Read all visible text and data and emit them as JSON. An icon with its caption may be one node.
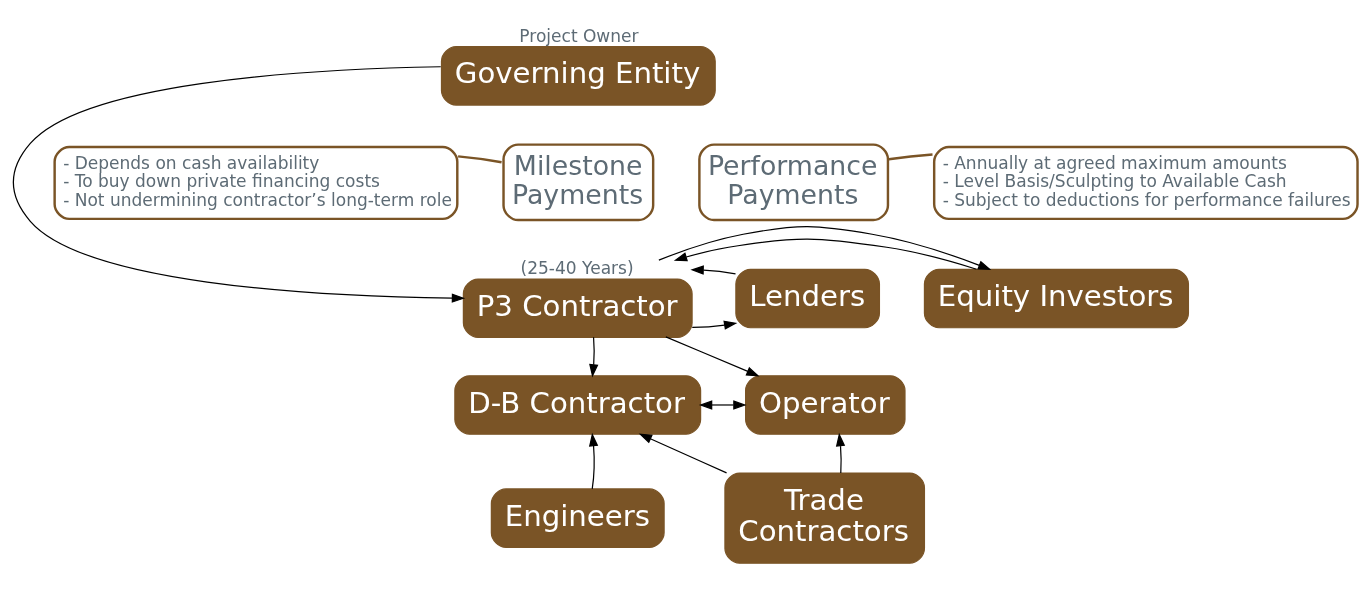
{
  "diagram": {
    "nodes": [
      {
        "text": [
          "Governing Entity"
        ],
        "beside": [
          "Project Owner"
        ]
      },
      {
        "text": [
          "- Depends on cash availability",
          "- To buy down private financing costs",
          "- Not undermining contractor’s long-term role"
        ]
      },
      {
        "text": [
          "Milestone Payments"
        ]
      },
      {
        "text": [
          "Performance Payments"
        ]
      },
      {
        "text": [
          "- Annually at agreed maximum amounts",
          "- Level Basis/Sculpting to Available Cash",
          "- Subject to deductions for performance failures"
        ]
      },
      {
        "text": [
          "P3 Contractor"
        ],
        "beside": [
          "(25-40 Years)"
        ]
      },
      {
        "text": [
          "Equity Investors"
        ]
      },
      {
        "text": [
          "Lenders"
        ]
      },
      {
        "text": [
          "D-B Contractor"
        ]
      },
      {
        "text": [
          "Operator"
        ]
      },
      {
        "text": [
          "Engineers"
        ]
      },
      {
        "text": [
          "Trade Contractors"
        ]
      }
    ],
    "edges": [
      {
        "from": 0,
        "to": 5,
        "arrow": "to"
      },
      {
        "from": 1,
        "to": 2,
        "arrow": "none",
        "color": "#7a5426"
      },
      {
        "from": 3,
        "to": 4,
        "arrow": "none",
        "color": "#7a5426"
      },
      {
        "from": 6,
        "to": 5,
        "arrow": "to"
      },
      {
        "from": 5,
        "to": 6,
        "arrow": "to"
      },
      {
        "from": 5,
        "to": 7,
        "arrow": "to"
      },
      {
        "from": 7,
        "to": 5,
        "arrow": "to"
      },
      {
        "from": 5,
        "to": 8,
        "arrow": "to"
      },
      {
        "from": 5,
        "to": 9,
        "arrow": "to"
      },
      {
        "from": 8,
        "to": 9,
        "arrow": "both"
      },
      {
        "from": 10,
        "to": 8,
        "arrow": "to"
      },
      {
        "from": 11,
        "to": 8,
        "arrow": "to"
      },
      {
        "from": 11,
        "to": 9,
        "arrow": "to"
      }
    ]
  }
}
